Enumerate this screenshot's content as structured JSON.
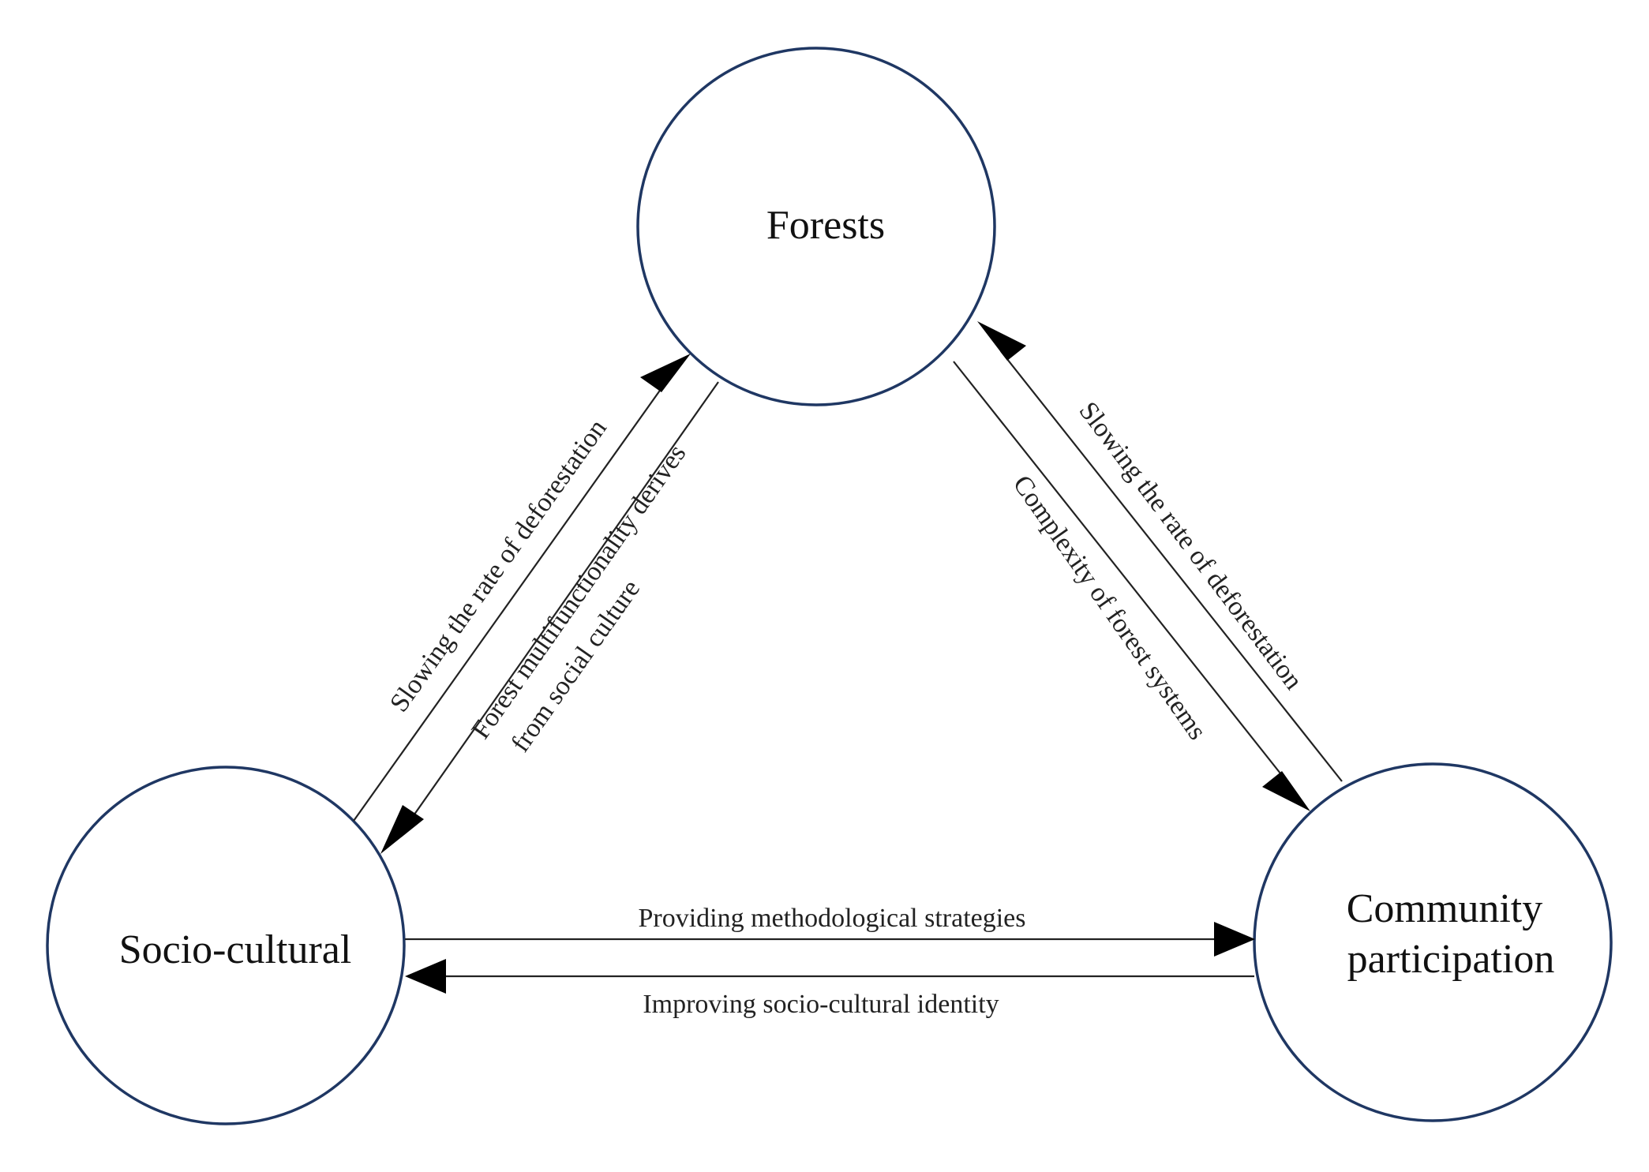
{
  "nodes": {
    "forests": {
      "label": "Forests"
    },
    "socio_cultural": {
      "label": "Socio-cultural"
    },
    "community": {
      "line1": "Community",
      "line2": "participation"
    }
  },
  "edges": {
    "socio_to_forests": "Slowing the rate of deforestation",
    "forests_to_socio": {
      "line1": "Forest multifunctionality derives",
      "line2": "from social culture"
    },
    "forests_to_community": "Complexity of forest systems",
    "community_to_forests": "Slowing the rate of deforestation",
    "socio_to_community": "Providing methodological strategies",
    "community_to_socio": "Improving socio-cultural identity"
  }
}
